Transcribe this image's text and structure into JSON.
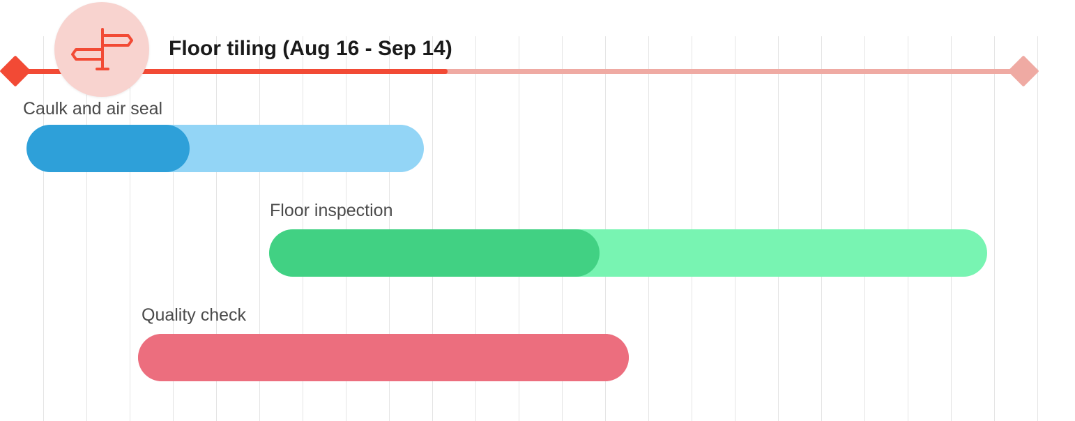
{
  "milestone": {
    "title": "Floor tiling (Aug 16 - Sep 14)",
    "icon": "signpost-icon",
    "progress": 0.43,
    "track_color": "#efaaa3",
    "progress_color": "#f24a35",
    "badge_color": "#f8d3cf"
  },
  "tasks": [
    {
      "label": "Caulk and air seal",
      "progress": 0.41,
      "bar_color": "#93d5f6",
      "progress_color": "#2ea0d9"
    },
    {
      "label": "Floor inspection",
      "progress": 0.46,
      "bar_color": "#78f4b2",
      "progress_color": "#41d183"
    },
    {
      "label": "Quality check",
      "progress": 1.0,
      "bar_color": "#ec6e7e",
      "progress_color": "#ec6e7e"
    }
  ]
}
